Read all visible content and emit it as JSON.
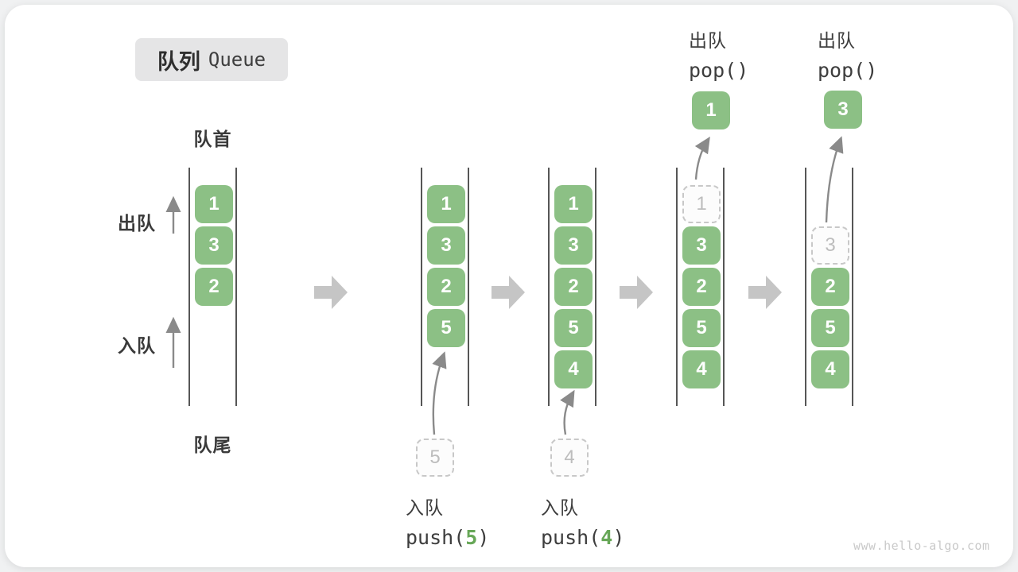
{
  "title": {
    "zh": "队列",
    "en": "Queue"
  },
  "side_labels": {
    "front": "队首",
    "rear": "队尾",
    "dequeue": "出队",
    "enqueue": "入队"
  },
  "colors": {
    "box_green": "#8CC085",
    "code_green": "#67a757",
    "block_arrow_gray": "#c5c5c5",
    "thin_arrow_gray": "#8a8a8a",
    "dashed_border": "#c8c8c8",
    "channel_line": "#565656"
  },
  "stages": [
    {
      "slots": [
        {
          "v": "1"
        },
        {
          "v": "3"
        },
        {
          "v": "2"
        }
      ]
    },
    {
      "slots": [
        {
          "v": "1"
        },
        {
          "v": "3"
        },
        {
          "v": "2"
        },
        {
          "v": "5"
        }
      ],
      "incoming": {
        "v": "5"
      },
      "op": {
        "action": "入队",
        "code_open": "push(",
        "arg": "5",
        "code_close": ")"
      }
    },
    {
      "slots": [
        {
          "v": "1"
        },
        {
          "v": "3"
        },
        {
          "v": "2"
        },
        {
          "v": "5"
        },
        {
          "v": "4"
        }
      ],
      "incoming": {
        "v": "4"
      },
      "op": {
        "action": "入队",
        "code_open": "push(",
        "arg": "4",
        "code_close": ")"
      }
    },
    {
      "ghost": {
        "v": "1"
      },
      "slots": [
        {
          "v": "3"
        },
        {
          "v": "2"
        },
        {
          "v": "5"
        },
        {
          "v": "4"
        }
      ],
      "outgoing": {
        "v": "1"
      },
      "op": {
        "action": "出队",
        "code": "pop()"
      }
    },
    {
      "ghost": {
        "v": "3"
      },
      "slots": [
        {
          "v": "2"
        },
        {
          "v": "5"
        },
        {
          "v": "4"
        }
      ],
      "outgoing": {
        "v": "3"
      },
      "op": {
        "action": "出队",
        "code": "pop()"
      }
    }
  ],
  "watermark": "www.hello-algo.com"
}
